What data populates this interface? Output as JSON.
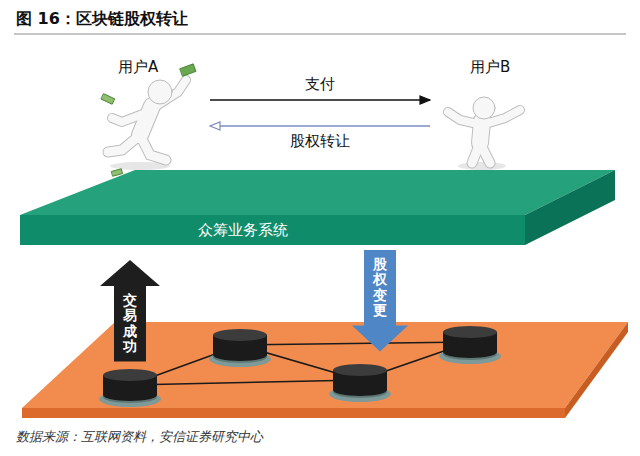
{
  "diagram": {
    "title": "图 16：区块链股权转让",
    "caption": "数据来源：互联网资料，安信证券研究中心",
    "nodes": [
      {
        "text": [
          "用户A"
        ]
      },
      {
        "text": [
          "用户B"
        ]
      },
      {
        "text": [
          "众筹业务系统"
        ]
      },
      {
        "text": [
          "交易成功"
        ]
      },
      {
        "text": [
          "股权变更"
        ]
      }
    ],
    "edges": [
      {
        "from": 0,
        "to": 1,
        "label": "支付",
        "arrow": "to"
      },
      {
        "from": 1,
        "to": 0,
        "label": "股权转让",
        "arrow": "to"
      }
    ]
  }
}
